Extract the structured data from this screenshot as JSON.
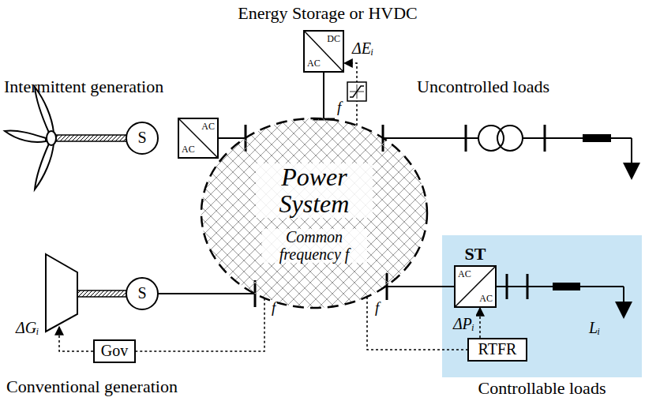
{
  "diagram": {
    "nodes": [
      {
        "text": [
          "Power System",
          "Common frequency f"
        ]
      },
      {
        "text": [
          "DC",
          "AC"
        ]
      },
      {
        "text": [
          "AC",
          "AC"
        ]
      },
      {
        "text": [
          "Gov"
        ]
      },
      {
        "text": [
          "ST",
          "AC",
          "AC"
        ]
      },
      {
        "text": [
          "RTFR"
        ]
      }
    ],
    "edges": [
      {
        "from": 1,
        "to": 0,
        "arrow": "none"
      },
      {
        "from": 2,
        "to": 0,
        "arrow": "none"
      },
      {
        "from": 0,
        "to": 3,
        "arrow": "none"
      },
      {
        "from": 0,
        "to": 4,
        "arrow": "none"
      },
      {
        "from": 0,
        "to": 5,
        "arrow": "none"
      },
      {
        "from": 5,
        "to": 4,
        "label": "ΔPᵢ",
        "arrow": "to"
      },
      {
        "from": 0,
        "to": 1,
        "label": "ΔEᵢ",
        "arrow": "to"
      }
    ],
    "labels": [
      "Energy Storage or HVDC",
      "f",
      "Intermittent generation",
      "S",
      "Uncontrolled loads",
      "f",
      "S",
      "ΔGᵢ",
      "f",
      "Lᵢ",
      "Conventional generation",
      "Controllable loads"
    ]
  }
}
